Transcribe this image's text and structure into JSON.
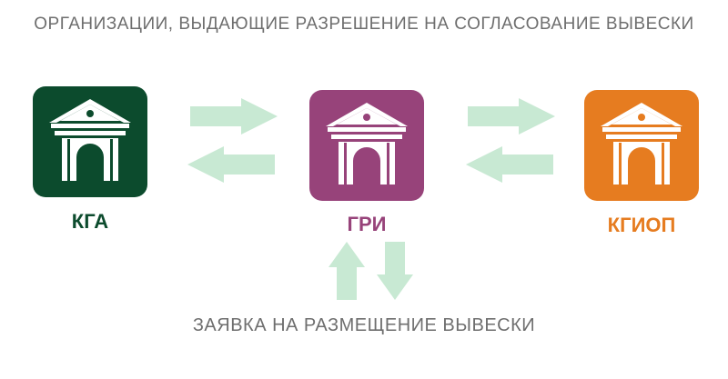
{
  "title": "ОРГАНИЗАЦИИ, ВЫДАЮЩИЕ РАЗРЕШЕНИЕ НА СОГЛАСОВАНИЕ ВЫВЕСКИ",
  "organizations": [
    {
      "label": "КГА",
      "color": "#0c4b2d",
      "icon": "building-icon"
    },
    {
      "label": "ГРИ",
      "color": "#97437a",
      "icon": "building-icon"
    },
    {
      "label": "КГИОП",
      "color": "#e67c20",
      "icon": "building-icon"
    }
  ],
  "arrow_color": "#c8e9d3",
  "footer": "ЗАЯВКА НА РАЗМЕЩЕНИЕ ВЫВЕСКИ"
}
